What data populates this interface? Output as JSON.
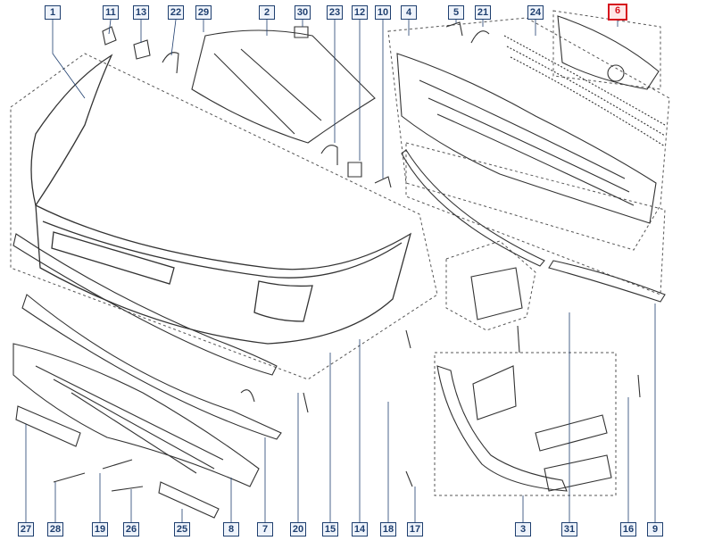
{
  "callouts": {
    "top": [
      "1",
      "11",
      "13",
      "22",
      "29",
      "2",
      "30",
      "23",
      "12",
      "10",
      "4",
      "5",
      "21",
      "24",
      "6"
    ],
    "bottom": [
      "27",
      "28",
      "19",
      "26",
      "25",
      "8",
      "7",
      "20",
      "15",
      "14",
      "18",
      "17",
      "3",
      "31",
      "16",
      "9"
    ]
  },
  "highlight": "6",
  "colors": {
    "line": "#1f3f6f",
    "part": "#333333",
    "highlight": "#d6141e",
    "dash": "#555555"
  }
}
